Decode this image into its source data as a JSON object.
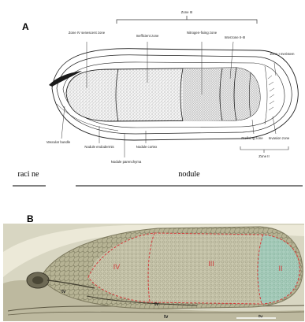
{
  "panel_a": {
    "letter": "A",
    "zone_labels": {
      "zone3": "Zone III",
      "zone4": "Zone IV senescent zone",
      "inefficient": "Inefficient zone",
      "nitrogen": "Nitrogen-fixing zone",
      "interzone": "Interzone II-III",
      "zone1": "Zone I meristem",
      "vascular": "Vascular bundle",
      "endodermis": "Nodule endodermis",
      "cortex": "Nodule cortex",
      "parenchyma": "Nodule parenchyma",
      "prefixing": "Prefixing zone",
      "invasion": "Invasion zone",
      "zone2": "Zone II"
    },
    "bottom_labels": {
      "racine": "raci ne",
      "nodule": "nodule"
    }
  },
  "panel_b": {
    "letter": "B",
    "zones": [
      "IV",
      "III",
      "II"
    ],
    "tv_label": "tv"
  }
}
